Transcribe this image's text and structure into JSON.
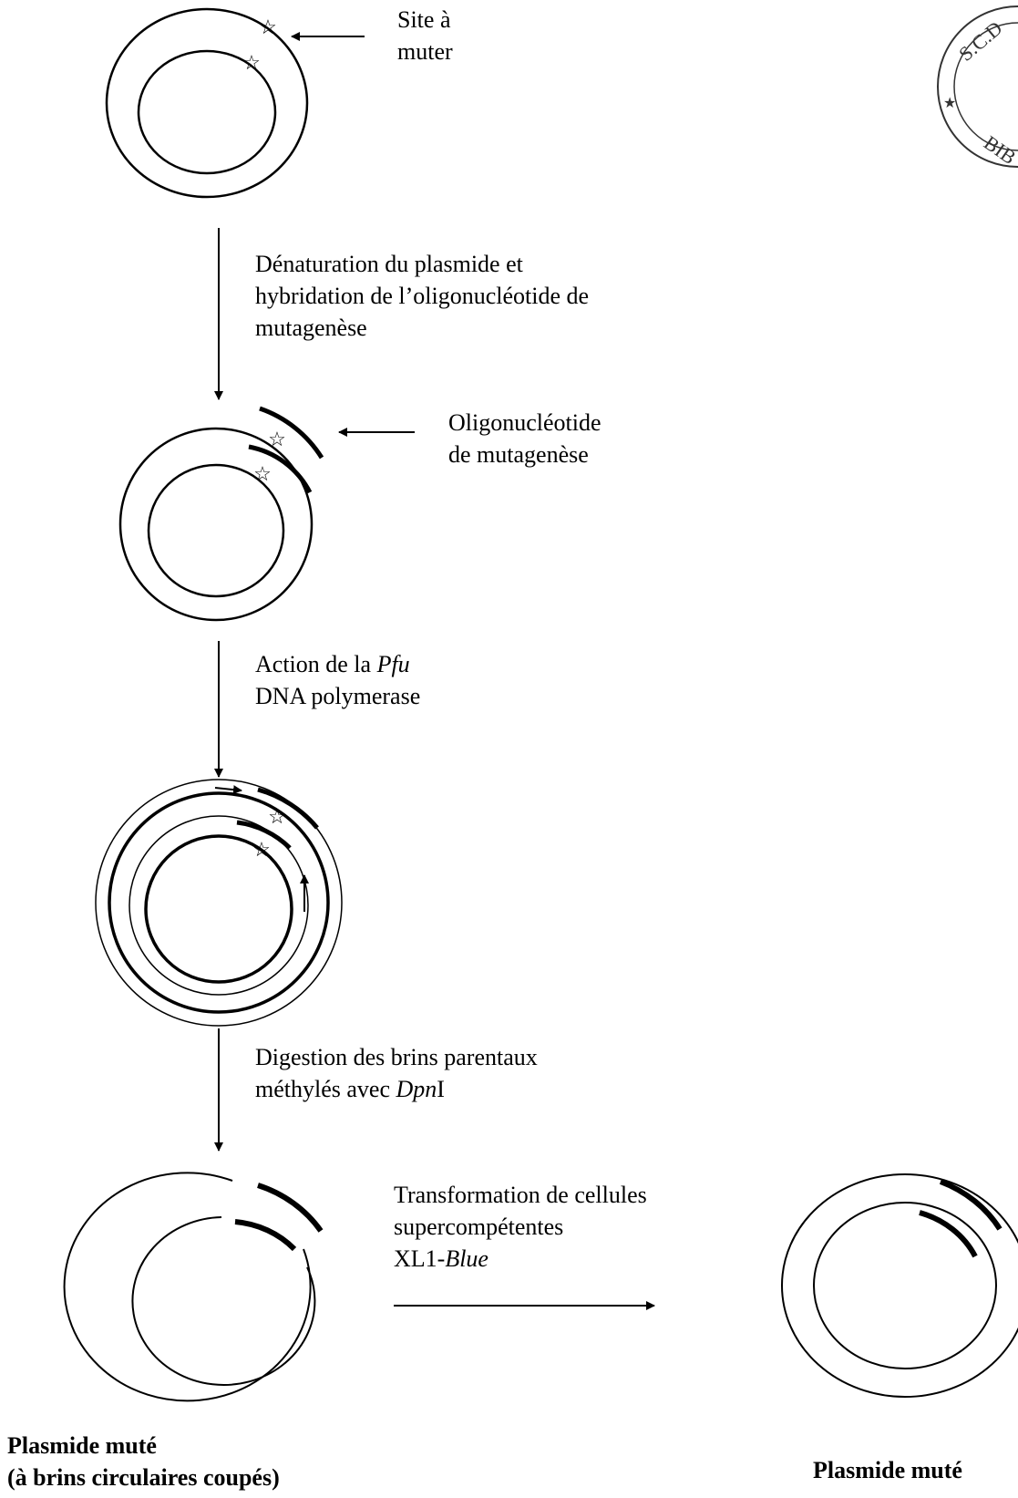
{
  "labels": {
    "site": {
      "line1": "Site à",
      "line2": "muter"
    },
    "step1": {
      "line1": "Dénaturation du plasmide et",
      "line2": "hybridation de l’oligonucléotide de",
      "line3": "mutagenèse"
    },
    "oligo": {
      "line1": "Oligonucléotide",
      "line2": "de mutagenèse"
    },
    "step2": {
      "line1_prefix": "Action de la ",
      "line1_italic": "Pfu",
      "line2": "DNA polymerase"
    },
    "step3": {
      "line1": "Digestion des brins parentaux",
      "line2_prefix": "méthylés avec ",
      "line2_italic": "Dpn",
      "line2_suffix": "I"
    },
    "step4": {
      "line1": "Transformation de cellules",
      "line2": "supercompétentes",
      "line3_prefix": "XL1-",
      "line3_italic": "Blue"
    },
    "result_left": {
      "line1": "Plasmide muté",
      "line2": "(à brins circulaires coupés)"
    },
    "result_right": {
      "line1": "Plasmide muté"
    }
  },
  "stamp": {
    "text": "S.C.D. BIB"
  },
  "colors": {
    "ink": "#000000",
    "background": "#ffffff"
  }
}
